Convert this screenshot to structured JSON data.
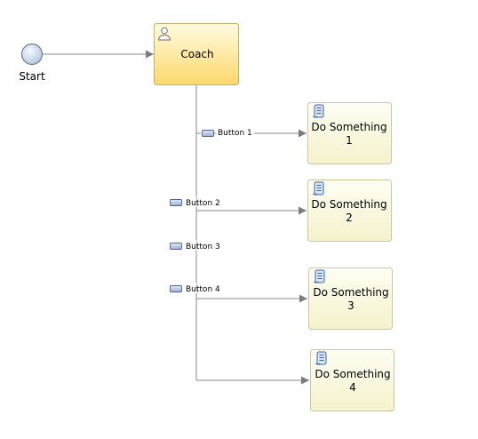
{
  "diagram": {
    "start": {
      "label": "Start"
    },
    "coach": {
      "label": "Coach",
      "icon": "person-icon"
    },
    "tasks": [
      {
        "line1": "Do Something",
        "line2": "1",
        "icon": "script-icon"
      },
      {
        "line1": "Do Something",
        "line2": "2",
        "icon": "script-icon"
      },
      {
        "line1": "Do Something",
        "line2": "3",
        "icon": "script-icon"
      },
      {
        "line1": "Do Something",
        "line2": "4",
        "icon": "script-icon"
      }
    ],
    "buttons": [
      {
        "label": "Button 1",
        "icon": "button-icon"
      },
      {
        "label": "Button 2",
        "icon": "button-icon"
      },
      {
        "label": "Button 3",
        "icon": "button-icon"
      },
      {
        "label": "Button 4",
        "icon": "button-icon"
      }
    ]
  },
  "colors": {
    "coach_fill_top": "#fffbe0",
    "coach_fill_bottom": "#fcd86a",
    "coach_border": "#c8b46a",
    "task_fill_top": "#fefef2",
    "task_fill_bottom": "#f6f3cf",
    "task_border": "#c9c9a8",
    "connector": "#8a8a8a",
    "start_fill": "#c7d6ea",
    "start_border": "#707b8c"
  }
}
